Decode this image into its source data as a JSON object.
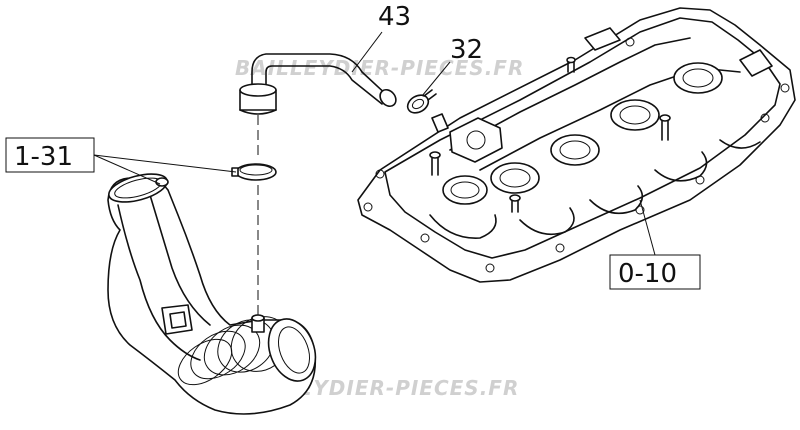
{
  "labels": {
    "part_43": "43",
    "part_32": "32",
    "part_1_31": "1-31",
    "part_0_10": "0-10"
  },
  "watermark": {
    "top": "BAILLEYDIER-PIECES.FR",
    "bottom": "BAILLEYDIER-PIECES.FR"
  }
}
